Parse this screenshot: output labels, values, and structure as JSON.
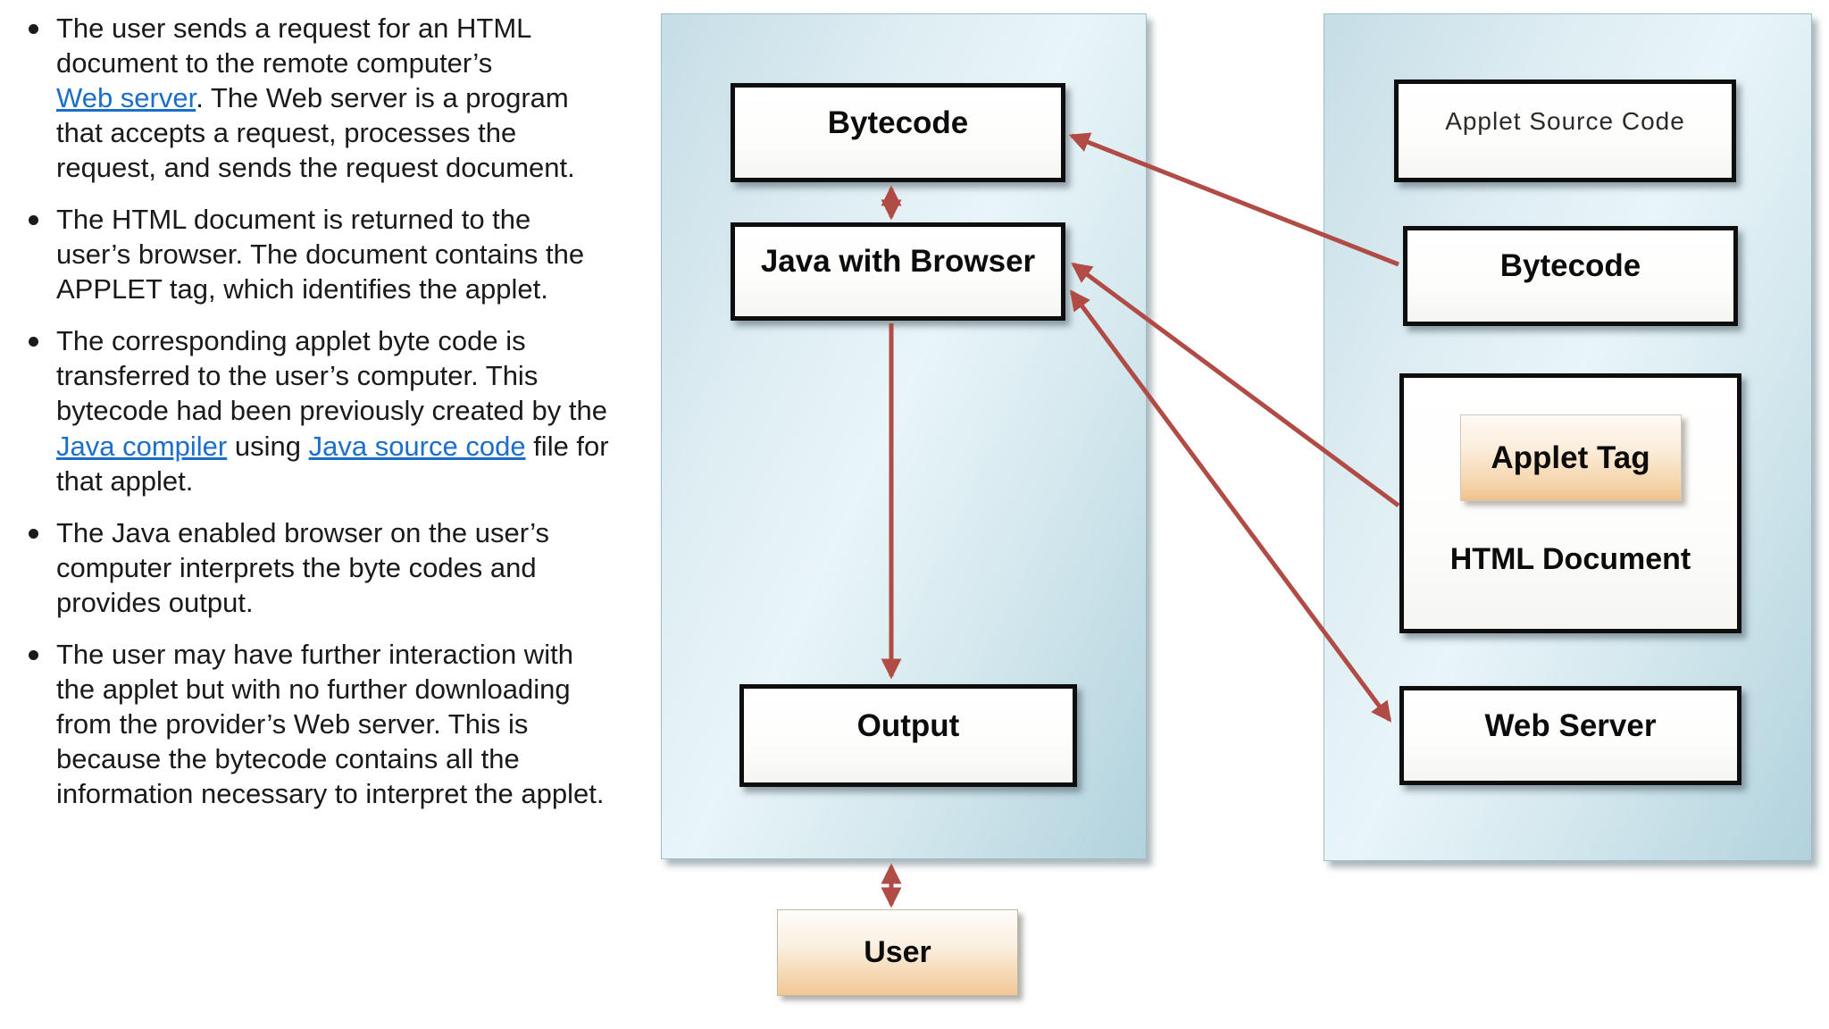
{
  "bullets": [
    {
      "segments": [
        {
          "text": "The user sends a request for an HTML document to the remote computer’s "
        },
        {
          "text": "Web server",
          "link": true,
          "name": "web-server-link"
        },
        {
          "text": ". The Web server is a program that accepts a request, processes the request, and sends the request document."
        }
      ]
    },
    {
      "segments": [
        {
          "text": "The HTML document is returned to the user’s browser. The document contains the APPLET tag, which identifies the applet."
        }
      ]
    },
    {
      "segments": [
        {
          "text": "The corresponding applet byte code is transferred to the user’s computer. This bytecode had been previously created by the "
        },
        {
          "text": "Java compiler",
          "link": true,
          "name": "java-compiler-link"
        },
        {
          "text": " using "
        },
        {
          "text": "Java source code",
          "link": true,
          "name": "java-source-code-link"
        },
        {
          "text": " file for that applet."
        }
      ]
    },
    {
      "segments": [
        {
          "text": "The Java enabled browser on the user’s computer interprets the byte codes and provides output."
        }
      ]
    },
    {
      "segments": [
        {
          "text": "The user may have further interaction with the applet but with no further downloading from the provider’s Web server. This is because the bytecode contains all the information necessary to interpret the applet."
        }
      ]
    }
  ],
  "diagram": {
    "client_panel": {
      "bytecode_label": "Bytecode",
      "browser_label": "Java with Browser",
      "output_label": "Output"
    },
    "user_label": "User",
    "server_panel": {
      "applet_source_label": "Applet Source Code",
      "bytecode_label": "Bytecode",
      "applet_tag_label": "Applet Tag",
      "html_document_label": "HTML Document",
      "web_server_label": "Web Server"
    },
    "colors": {
      "arrow": "#b04b45",
      "link": "#1b6fc8"
    }
  }
}
